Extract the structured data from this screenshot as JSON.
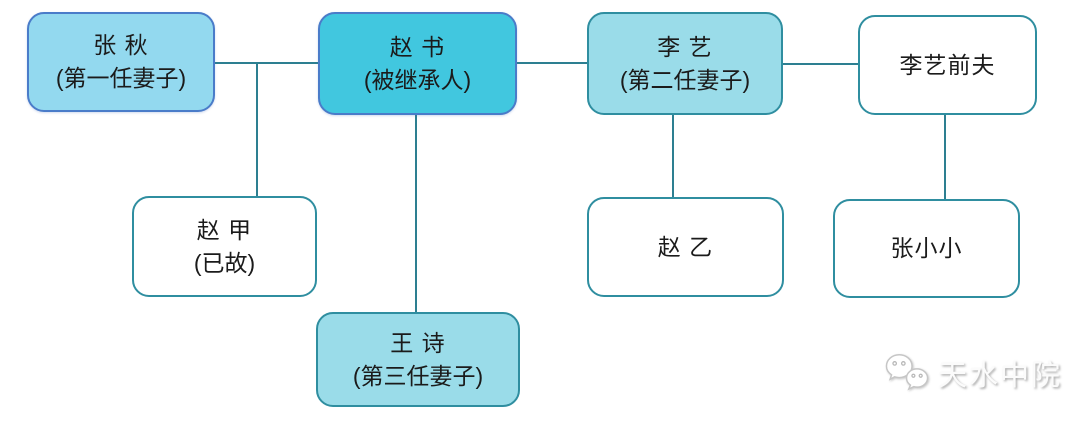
{
  "diagram": {
    "description": "inheritance family relationship diagram",
    "nodes": [
      {
        "name": "张 秋",
        "note": "(第一任妻子)"
      },
      {
        "name": "赵 书",
        "note": "(被继承人)"
      },
      {
        "name": "李 艺",
        "note": "(第二任妻子)"
      },
      {
        "name": "李艺前夫",
        "note": ""
      },
      {
        "name": "赵 甲",
        "note": "(已故)"
      },
      {
        "name": "赵 乙",
        "note": ""
      },
      {
        "name": "张小小",
        "note": ""
      },
      {
        "name": "王 诗",
        "note": "(第三任妻子)"
      }
    ],
    "colors": {
      "first_wife_fill": "#93d9ef",
      "decedent_fill": "#41c7df",
      "wife_fill": "#9adce9",
      "plain_fill": "#ffffff",
      "blue_border": "#4a7cc9",
      "teal_border": "#2f8ea0",
      "connector": "#2d7f91",
      "text": "#1b1b1b"
    }
  },
  "watermark": {
    "label": "天水中院",
    "icon": "wechat-icon"
  }
}
